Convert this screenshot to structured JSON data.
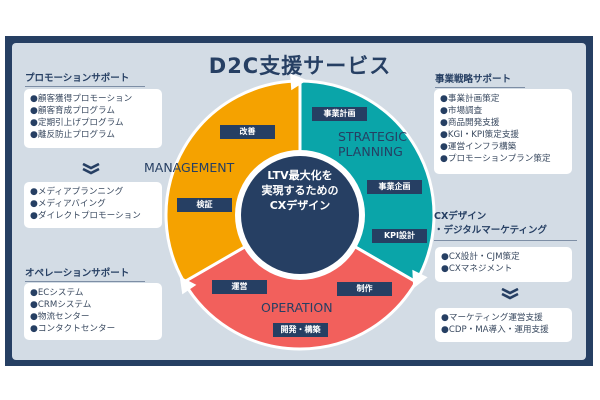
{
  "title": "D2C支援サービス",
  "colors": {
    "navy": "#263f63",
    "orange": "#f5a200",
    "teal": "#0aa5a9",
    "red": "#f2605c",
    "panel": "#d3dce5"
  },
  "center_text": [
    "LTV最大化を",
    "実現するための",
    "CXデザイン"
  ],
  "segments": {
    "strategic": [
      "STRATEGIC",
      "PLANNING"
    ],
    "management": "MANAGEMENT",
    "operation": "OPERATION"
  },
  "labels": {
    "plan": "事業計画",
    "planning": "事業企画",
    "kpi": "KPI設計",
    "production": "制作",
    "development": "開発・構築",
    "operation": "運営",
    "verify": "検証",
    "improve": "改善"
  },
  "left": {
    "promotion_heading": "プロモーションサポート",
    "promotion_items": [
      "顧客獲得プロモーション",
      "顧客育成プログラム",
      "定期引上げプログラム",
      "離反防止プログラム"
    ],
    "media_items": [
      "メディアプランニング",
      "メディアバイング",
      "ダイレクトプロモーション"
    ],
    "operation_heading": "オペレーションサポート",
    "operation_items": [
      "ECシステム",
      "CRMシステム",
      "物流センター",
      "コンタクトセンター"
    ]
  },
  "right": {
    "strategy_heading": "事業戦略サポート",
    "strategy_items": [
      "事業計画策定",
      "市場調査",
      "商品開発支援",
      "KGI・KPI策定支援",
      "運営インフラ構築",
      "プロモーションプラン策定"
    ],
    "cx_heading": [
      "CXデザイン",
      "・デジタルマーケティング"
    ],
    "cx_items": [
      "CX設計・CJM策定",
      "CXマネジメント"
    ],
    "marketing_items": [
      "マーケティング運営支援",
      "CDP・MA導入・運用支援"
    ]
  },
  "bullet": "●"
}
